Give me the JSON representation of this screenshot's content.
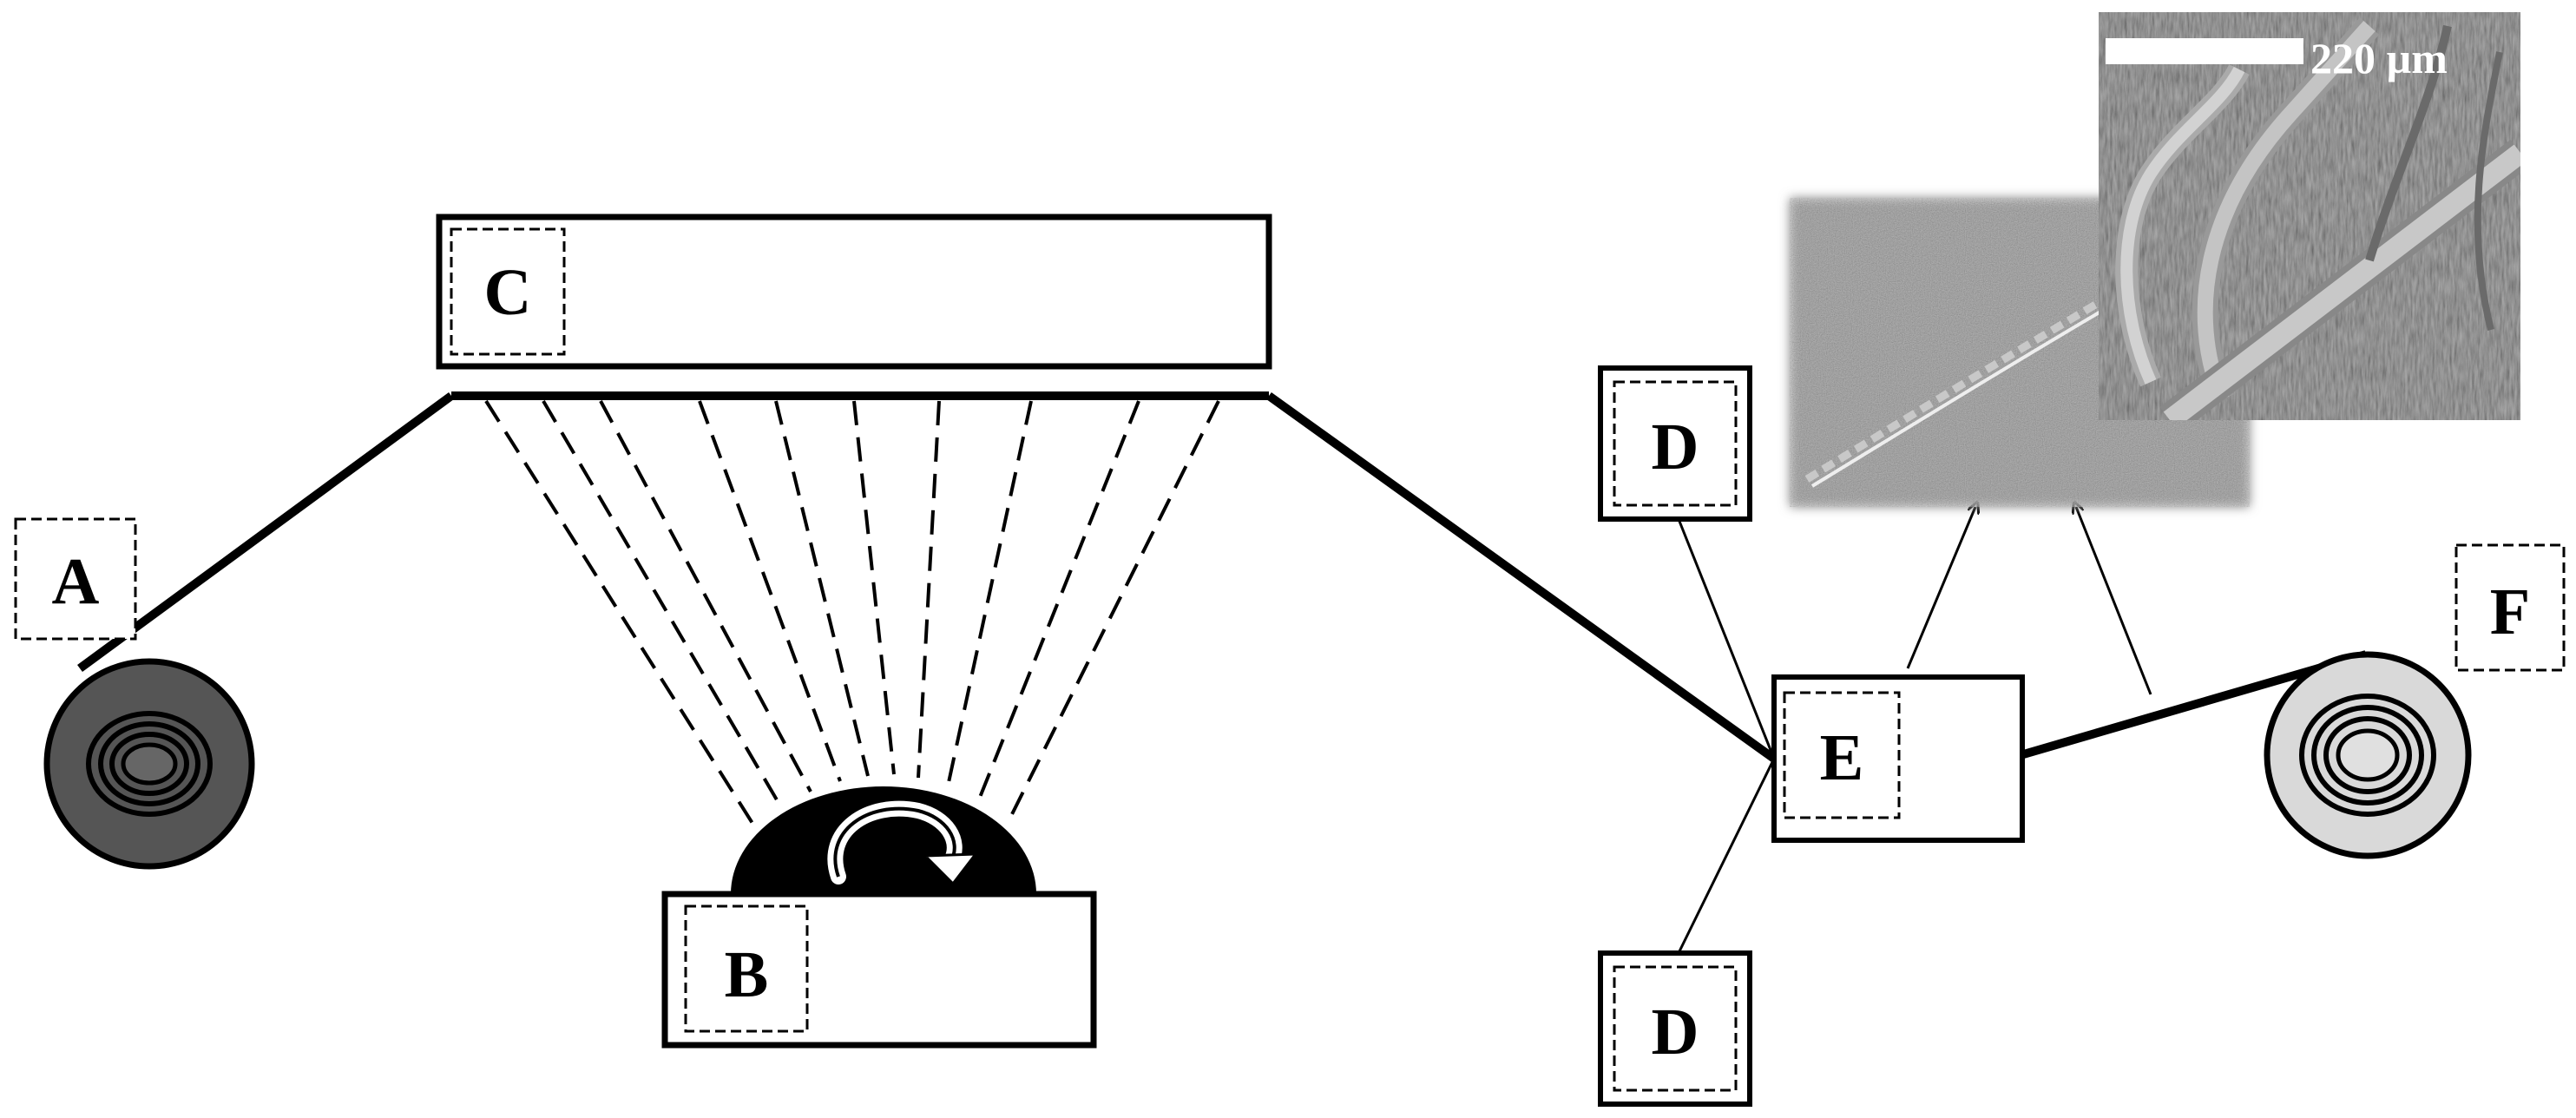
{
  "labels": {
    "a": "A",
    "b": "B",
    "c": "C",
    "d_top": "D",
    "d_bottom": "D",
    "e": "E",
    "f": "F"
  },
  "inset": {
    "scale_bar_text": "220 µm"
  },
  "colors": {
    "line": "#000000",
    "supply_spool": "#555555",
    "takeup_spool": "#d9d9d9",
    "background": "#ffffff"
  },
  "icons": {
    "rotation": "curved-arrow-icon"
  }
}
